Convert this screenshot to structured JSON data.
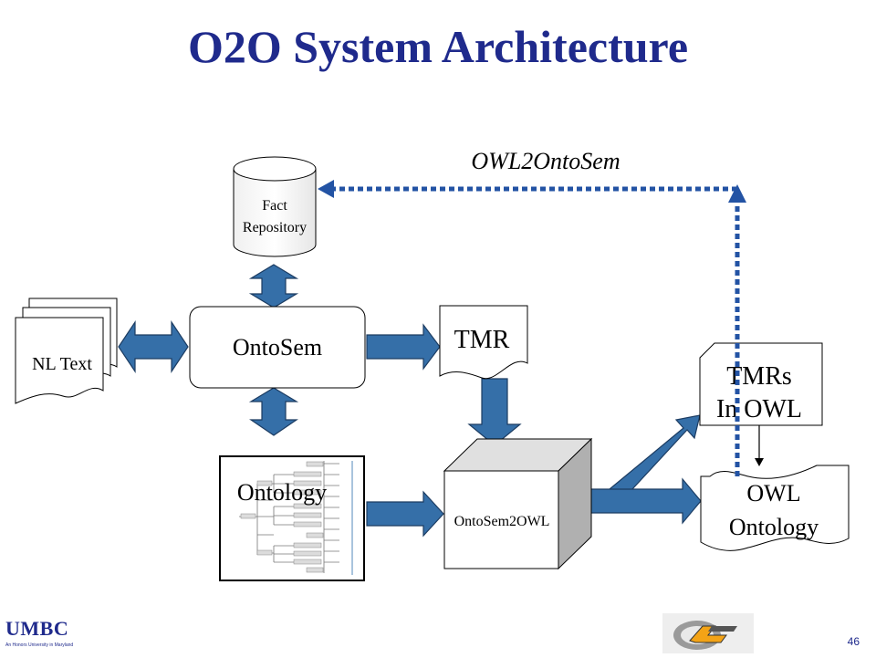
{
  "title": "O2O System Architecture",
  "nodes": {
    "fact_repository": [
      "Fact",
      "Repository"
    ],
    "nl_text": "NL Text",
    "ontosem": "OntoSem",
    "tmr": "TMR",
    "ontology": "Ontology",
    "ontosem2owl": "OntoSem2OWL",
    "tmrs_in_owl": [
      "TMRs",
      "In OWL"
    ],
    "owl_ontology": [
      "OWL",
      "Ontology"
    ]
  },
  "edge_labels": {
    "owl2ontosem": "OWL2OntoSem"
  },
  "footer": {
    "logo_text": "UMBC",
    "logo_subtitle": "An Honors University in Maryland",
    "page_number": "46"
  },
  "colors": {
    "title": "#1f2a8c",
    "arrow_fill": "#356fa8",
    "arrow_stroke": "#1c3c62",
    "dashed_arrow": "#2353a4"
  }
}
